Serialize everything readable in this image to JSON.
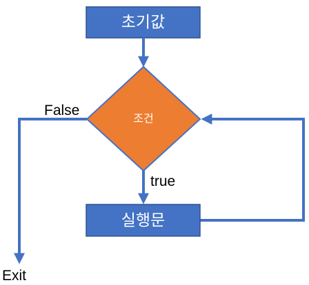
{
  "nodes": {
    "init": {
      "label": "초기값"
    },
    "condition": {
      "label": "조건"
    },
    "statement": {
      "label": "실행문"
    }
  },
  "edges": {
    "false_label": "False",
    "true_label": "true",
    "exit_label": "Exit"
  },
  "colors": {
    "box_fill": "#4472C4",
    "box_stroke": "#2F528F",
    "diamond_fill": "#ED7D31",
    "diamond_stroke": "#4472C4",
    "arrow": "#4472C4"
  }
}
